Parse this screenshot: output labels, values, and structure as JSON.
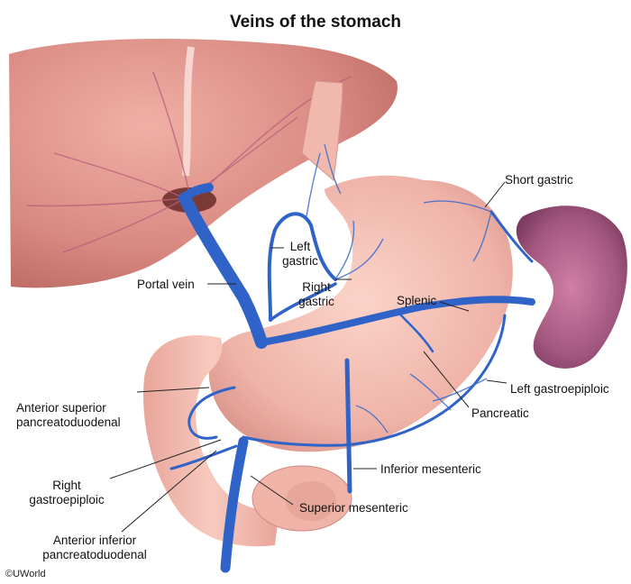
{
  "title": "Veins of the stomach",
  "labels": {
    "short_gastric": "Short gastric",
    "left_gastric_1": "Left",
    "left_gastric_2": "gastric",
    "portal_vein": "Portal vein",
    "right_gastric_1": "Right",
    "right_gastric_2": "gastric",
    "splenic": "Splenic",
    "left_gastroepiploic": "Left gastroepiploic",
    "pancreatic": "Pancreatic",
    "asp_1": "Anterior superior",
    "asp_2": "pancreatoduodenal",
    "inferior_mesenteric": "Inferior mesenteric",
    "right_gastroepiploic_1": "Right",
    "right_gastroepiploic_2": "gastroepiploic",
    "superior_mesenteric": "Superior mesenteric",
    "aip_1": "Anterior inferior",
    "aip_2": "pancreatoduodenal"
  },
  "copyright": "©UWorld",
  "colors": {
    "vein": "#2f63c8",
    "liver": "#d98a82",
    "stomach": "#efb3a8",
    "spleen": "#9a4e78",
    "leader": "#222222"
  }
}
